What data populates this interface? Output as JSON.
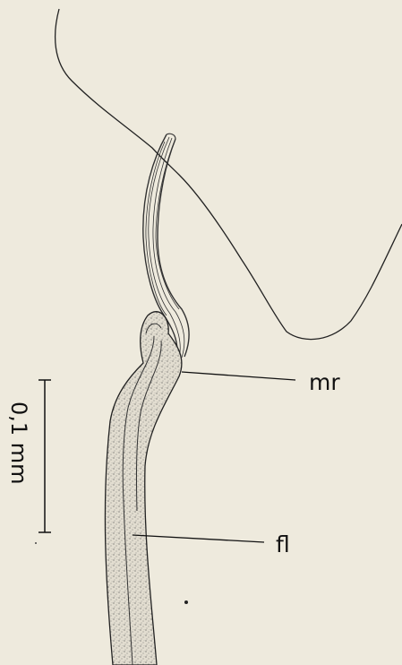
{
  "figure": {
    "labels": {
      "mr": "mr",
      "fl": "fl"
    },
    "scale_bar": {
      "label": "0,1 mm"
    },
    "colors": {
      "background": "#eeeadd",
      "ink": "#111111",
      "stipple": "#555555"
    }
  }
}
